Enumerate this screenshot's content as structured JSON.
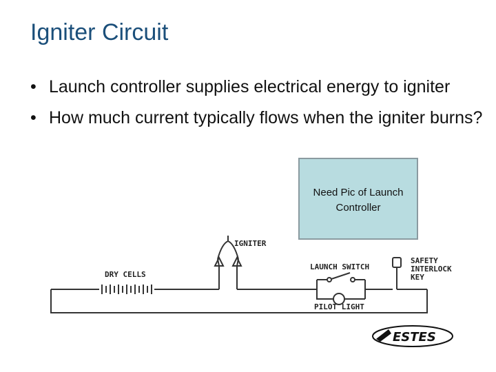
{
  "slide": {
    "title": "Igniter Circuit",
    "bullets": [
      "Launch controller supplies electrical energy to igniter",
      "How much current typically flows when the igniter burns?"
    ],
    "bullet_symbol": "•",
    "placeholder_lines": [
      "Need Pic of Launch",
      "Controller"
    ]
  },
  "diagram": {
    "labels": {
      "igniter": "IGNITER",
      "dry_cells": "DRY CELLS",
      "launch_switch": "LAUNCH SWITCH",
      "pilot_light": "PILOT LIGHT",
      "safety_1": "SAFETY",
      "safety_2": "INTERLOCK",
      "safety_3": "KEY"
    },
    "logo_text": "ESTES"
  },
  "colors": {
    "title": "#1b4f7a",
    "placeholder_bg": "#b8dce0",
    "placeholder_border": "#8a9aa0"
  }
}
